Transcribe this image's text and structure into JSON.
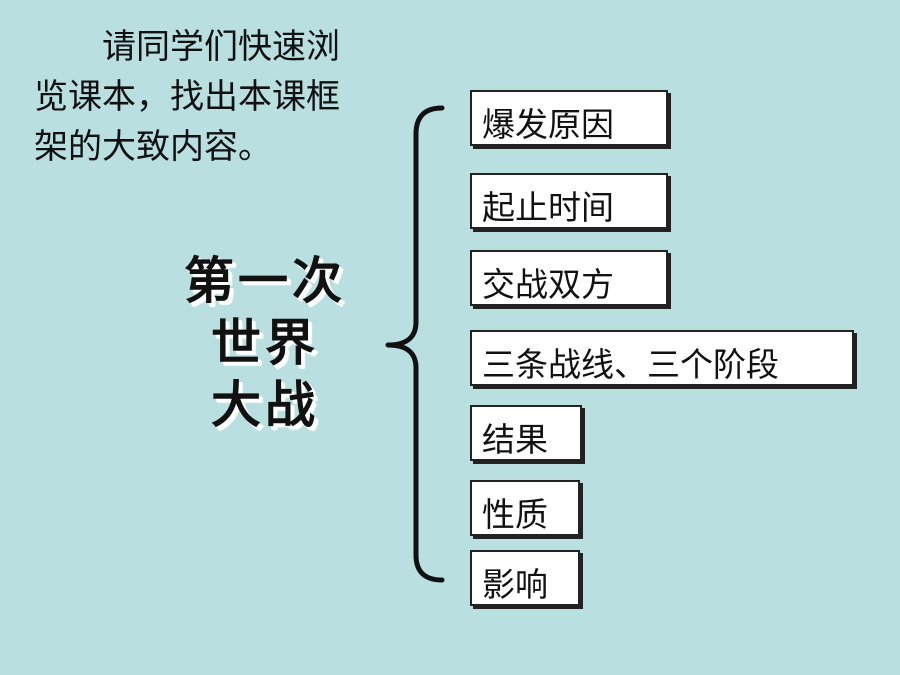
{
  "instruction_text": "请同学们快速浏览课本，找出本课框架的大致内容。",
  "title_lines": [
    "第一次",
    "世界",
    "大战"
  ],
  "items": [
    {
      "label": "爆发原因"
    },
    {
      "label": "起止时间"
    },
    {
      "label": "交战双方"
    },
    {
      "label": "三条战线、三个阶段"
    },
    {
      "label": "结果"
    },
    {
      "label": "性质"
    },
    {
      "label": "影响"
    }
  ],
  "colors": {
    "background": "#b9dfe1",
    "box_fill": "#ffffff",
    "text": "#111111"
  }
}
